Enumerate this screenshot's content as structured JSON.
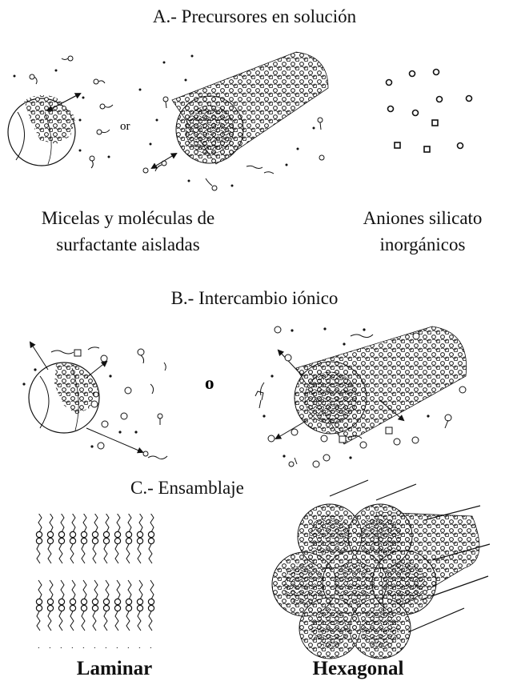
{
  "section_a": {
    "title": "A.- Precursores en solución",
    "or_label": "or",
    "caption_left": "Micelas y moléculas de surfactante aisladas",
    "caption_right": "Aniones silicato inorgánicos"
  },
  "section_b": {
    "title": "B.- Intercambio iónico",
    "or_label": "o"
  },
  "section_c": {
    "title": "C.- Ensamblaje",
    "label_left": "Laminar",
    "label_right": "Hexagonal"
  },
  "colors": {
    "ink": "#111111",
    "background": "#ffffff"
  }
}
